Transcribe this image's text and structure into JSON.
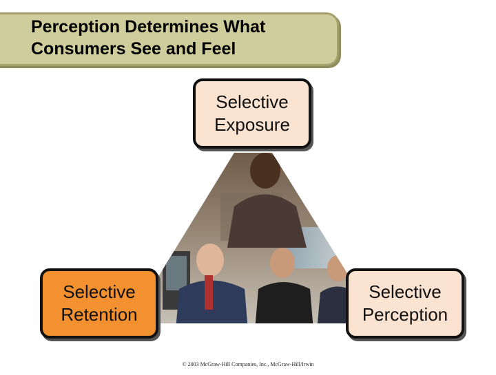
{
  "title": "Perception Determines What\nConsumers See and Feel",
  "nodes": {
    "top": "Selective\nExposure",
    "left": "Selective\nRetention",
    "right": "Selective\nPerception"
  },
  "copyright": "© 2003 McGraw-Hill Companies, Inc., McGraw-Hill/Irwin",
  "colors": {
    "banner": "#cfcd9b",
    "node_light": "#fbe3d1",
    "node_accent": "#f3902f"
  }
}
